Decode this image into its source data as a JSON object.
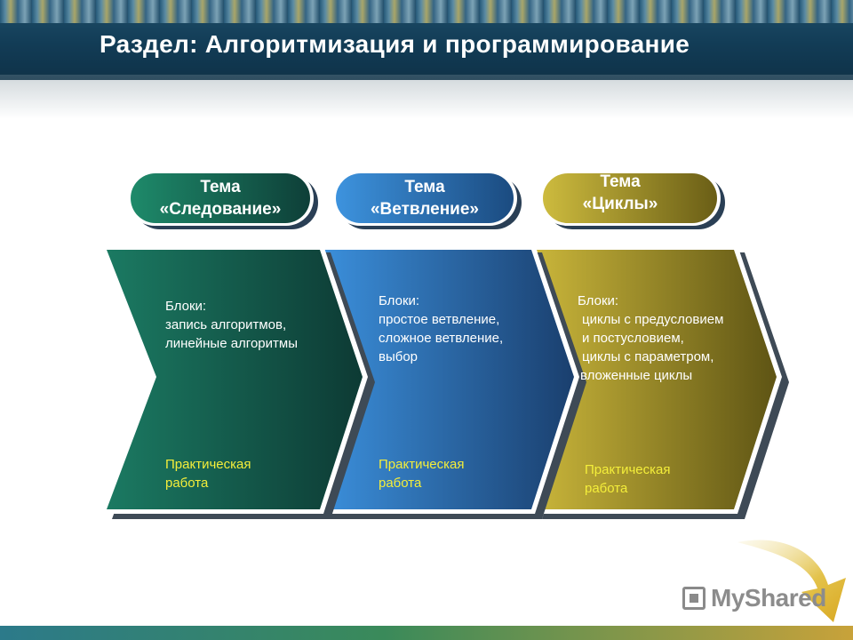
{
  "header": {
    "title": "Раздел: Алгоритмизация и программирование"
  },
  "topics": [
    {
      "pill_line1": "Тема",
      "pill_line2": "«Следование»",
      "blocks_title": "Блоки:",
      "blocks_lines": [
        "запись алгоритмов,",
        "линейные алгоритмы"
      ],
      "practice_line1": "Практическая",
      "practice_line2": "работа",
      "color": "#1b7a62"
    },
    {
      "pill_line1": "Тема",
      "pill_line2": "«Ветвление»",
      "blocks_title": "Блоки:",
      "blocks_lines": [
        "простое ветвление,",
        "сложное ветвление,",
        "выбор"
      ],
      "practice_line1": "Практическая",
      "practice_line2": "работа",
      "color": "#2f7fc8"
    },
    {
      "pill_line1": "Тема",
      "pill_line2": "«Циклы»",
      "blocks_title": "Блоки:",
      "blocks_lines": [
        "циклы с предусловием",
        "и постусловием,",
        "циклы с параметром,",
        "вложенные циклы"
      ],
      "practice_line1": "Практическая",
      "practice_line2": "работа",
      "color": "#b5a22a"
    }
  ],
  "footer": {
    "logo_text": "MyShared"
  }
}
